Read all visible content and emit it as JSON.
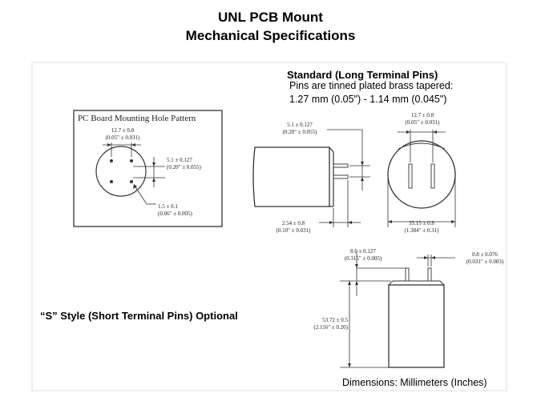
{
  "title": {
    "line1": "UNL PCB Mount",
    "line2": "Mechanical Specifications"
  },
  "standard": {
    "title": "Standard (Long Terminal Pins)",
    "subtitle1": "Pins are tinned plated brass tapered:",
    "subtitle2": "1.27 mm (0.05\") - 1.14 mm (0.045\")"
  },
  "pcb_pattern": {
    "title": "PC Board Mounting Hole Pattern",
    "dim_spacing": "12.7 ± 0.8",
    "dim_spacing_in": "(0.05\" ± 0.031)",
    "dim_offset": "5.1 ± 0.127",
    "dim_offset_in": "(0.20\" ± 0.055)",
    "dim_hole": "1.5 ± 0.1",
    "dim_hole_in": "(0.06\" ± 0.005)"
  },
  "side_view": {
    "dim_top": "5.1 ± 0.127",
    "dim_top_in": "(0.20\" ± 0.055)",
    "dim_bottom": "2.54 ± 0.8",
    "dim_bottom_in": "(0.10\" ± 0.031)"
  },
  "end_view": {
    "dim_pins": "12.7 ± 0.8",
    "dim_pins_in": "(0.05\" ± 0.031)",
    "dim_dia": "35.15 ± 0.8",
    "dim_dia_in": "(1.384\" ± 0.31)"
  },
  "short_pins": {
    "label": "“S” Style (Short Terminal Pins) Optional",
    "dim_pin_len": "8.0 ± 0.127",
    "dim_pin_len_in": "(0.315\" ± 0.005)",
    "dim_pin_w": "0.8 ± 0.076",
    "dim_pin_w_in": "(0.031\" ± 0.003)",
    "dim_height": "53.72 ± 0.5",
    "dim_height_in": "(2.116\" ± 0.20)"
  },
  "footer": {
    "dimensions_note": "Dimensions:  Millimeters (Inches)"
  },
  "colors": {
    "line": "#333333",
    "frame": "#e2e2e2"
  }
}
